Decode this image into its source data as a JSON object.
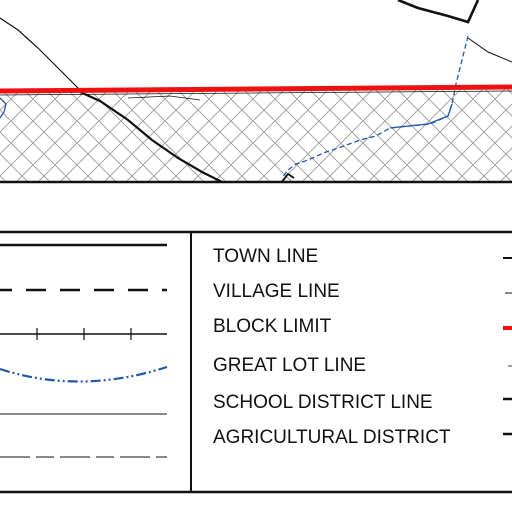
{
  "colors": {
    "block_limit": "#ee1111",
    "hatch": "#9a9a9a",
    "great_lot_line": "#1f5aa6",
    "line": "#111111"
  },
  "legend": {
    "items": [
      {
        "label": "TOWN LINE",
        "symbol": "solid-thick"
      },
      {
        "label": "VILLAGE LINE",
        "symbol": "long-dash"
      },
      {
        "label": "BLOCK LIMIT",
        "symbol": "tick-line"
      },
      {
        "label": "GREAT LOT LINE",
        "symbol": "dash-dot-dot-curve"
      },
      {
        "label": "SCHOOL DISTRICT LINE",
        "symbol": "thin-solid"
      },
      {
        "label": "AGRICULTURAL DISTRICT",
        "symbol": "long-short-dash"
      }
    ]
  }
}
